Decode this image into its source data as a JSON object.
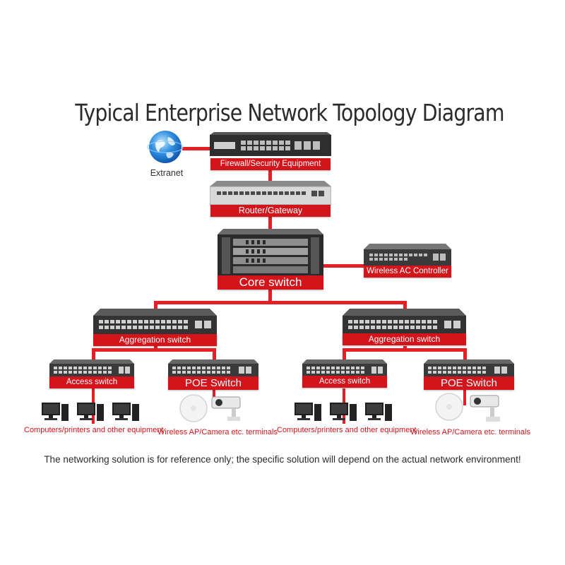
{
  "title": "Typical Enterprise Network Topology Diagram",
  "nodes": {
    "extranet": "Extranet",
    "firewall": "Firewall/Security Equipment",
    "router": "Router/Gateway",
    "core": "Core switch",
    "wireless_ac": "Wireless AC Controller",
    "agg_left": "Aggregation switch",
    "agg_right": "Aggregation switch",
    "access_left": "Access switch",
    "poe_left": "POE Switch",
    "access_right": "Access switch",
    "poe_right": "POE Switch"
  },
  "terminals": {
    "computers_left": "Computers/printers and other equipment",
    "wireless_left": "Wireless AP/Camera etc. terminals",
    "computers_right": "Computers/printers and other equipment",
    "wireless_right": "Wireless AP/Camera etc. terminals"
  },
  "footnote": "The networking solution is for reference only; the specific solution will depend on the actual network environment!",
  "colors": {
    "accent": "#d4141b",
    "line": "#e41f26",
    "device": "#3a3a3a"
  }
}
